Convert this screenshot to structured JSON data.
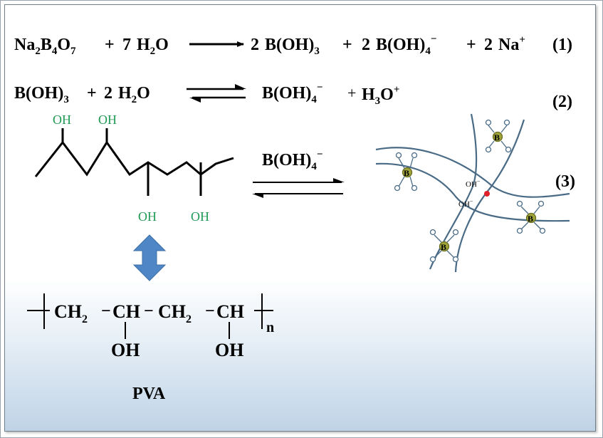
{
  "equations": {
    "eq1": {
      "reactants": [
        {
          "base": "Na",
          "sub": "2"
        },
        {
          "base": "B",
          "sub": "4"
        },
        {
          "base": "O",
          "sub": "7"
        }
      ],
      "plus1": "+",
      "water_coef": "7",
      "water": {
        "base": "H",
        "sub": "2",
        "tail": "O"
      },
      "p1_coef": "2",
      "p1": {
        "base": "B(OH)",
        "sub": "3"
      },
      "plus2": "+",
      "p2_coef": "2",
      "p2": {
        "base": "B(OH)",
        "sub": "4",
        "sup": "−"
      },
      "plus3": "+",
      "p3_coef": "2",
      "p3": {
        "base": "Na",
        "sup": "+"
      },
      "number": "(1)"
    },
    "eq2": {
      "r1": {
        "base": "B(OH)",
        "sub": "3"
      },
      "plus1": "+",
      "water_coef": "2",
      "water": {
        "base": "H",
        "sub": "2",
        "tail": "O"
      },
      "p1": {
        "base": "B(OH)",
        "sub": "4",
        "sup": "−"
      },
      "plus2": "+",
      "p2": {
        "base": "H",
        "sub": "3",
        "tail": "O",
        "sup": "+"
      },
      "number": "(2)"
    },
    "eq3": {
      "chain_labels_top": [
        "OH",
        "OH"
      ],
      "chain_labels_bottom": [
        "OH",
        "OH"
      ],
      "reagent": {
        "base": "B(OH)",
        "sub": "4",
        "sup": "−"
      },
      "number": "(3)"
    }
  },
  "network": {
    "boron_label": "B",
    "center_labels": [
      {
        "base": "OH",
        "sup": "−"
      },
      {
        "base": "OH",
        "sup": "−"
      }
    ],
    "colors": {
      "line": "#4a6b86",
      "boron_fill": "#9ea43a",
      "center_dot": "#e0202a"
    }
  },
  "pva": {
    "units": [
      "CH",
      "CH",
      "CH",
      "CH"
    ],
    "ch2_sub": "2",
    "dashes": [
      "−",
      "−",
      "−"
    ],
    "hydroxyls": [
      "OH",
      "OH"
    ],
    "repeat_subscript": "n",
    "name": "PVA"
  },
  "arrow_color": "#4f86c6"
}
